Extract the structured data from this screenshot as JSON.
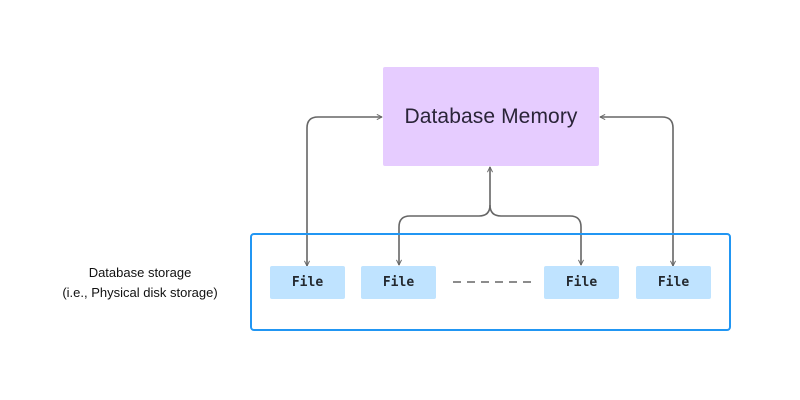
{
  "memory": {
    "label": "Database Memory",
    "fill_color": "#e6ccff"
  },
  "storage": {
    "label_line1": "Database storage",
    "label_line2": "(i.e., Physical disk storage)",
    "border_color": "#2196f3"
  },
  "files": [
    {
      "label": "File"
    },
    {
      "label": "File"
    },
    {
      "label": "File"
    },
    {
      "label": "File"
    }
  ],
  "colors": {
    "file_fill": "#bfe3ff",
    "arrow": "#666666"
  }
}
